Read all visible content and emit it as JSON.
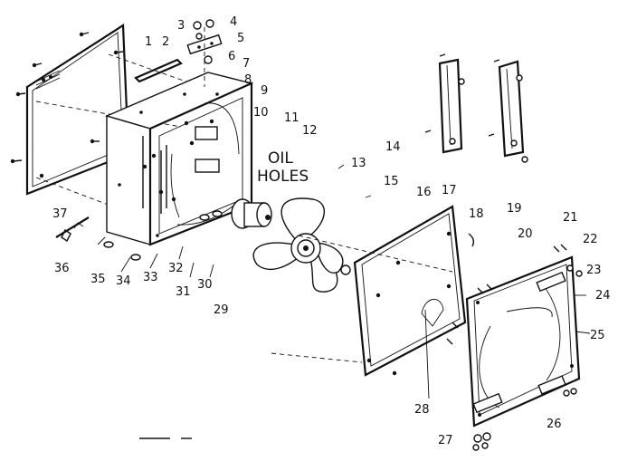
{
  "callouts": [
    "1",
    "2",
    "3",
    "4",
    "5",
    "6",
    "7",
    "8",
    "9",
    "10",
    "11",
    "12",
    "13",
    "14",
    "15",
    "16",
    "17",
    "18",
    "19",
    "20",
    "21",
    "22",
    "23",
    "24",
    "25",
    "26",
    "27",
    "28",
    "29",
    "30",
    "31",
    "32",
    "33",
    "34",
    "35",
    "36",
    "37"
  ],
  "oil_label_line1": "OIL",
  "oil_label_line2": "HOLES"
}
